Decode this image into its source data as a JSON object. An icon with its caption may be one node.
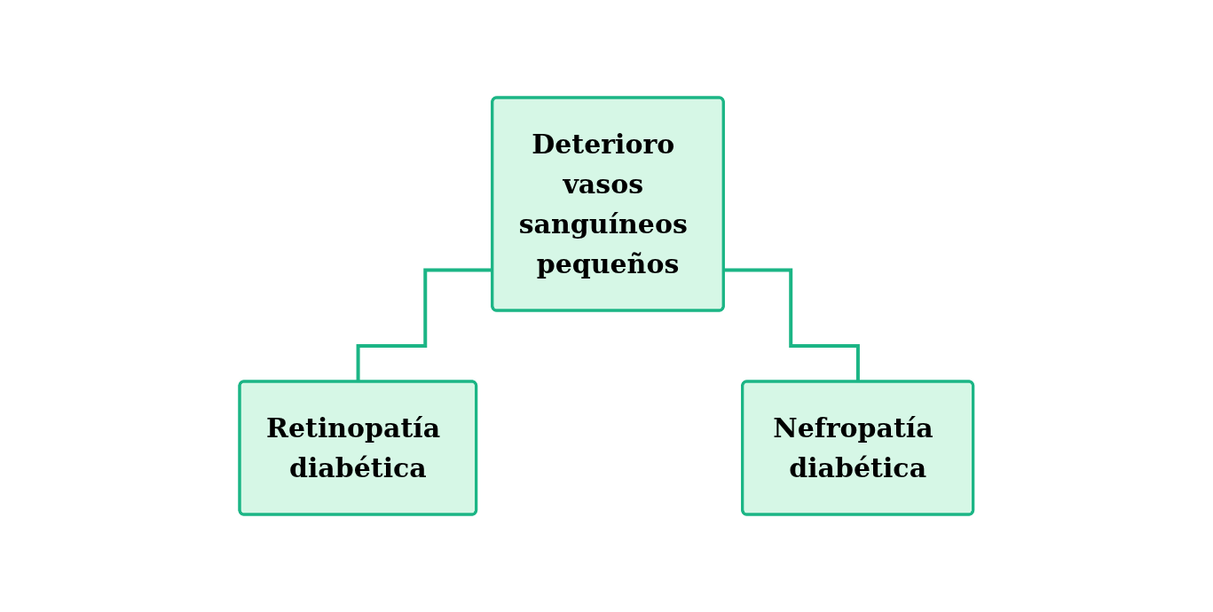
{
  "diagram": {
    "nodes": [
      {
        "text": [
          "Deterioro vasos sanguíneos pequeños"
        ]
      },
      {
        "text": [
          "Retinopatía diabética"
        ]
      },
      {
        "text": [
          "Nefropatía diabética"
        ]
      }
    ],
    "edges": [
      {
        "from": 0,
        "to": 1,
        "arrow": "none"
      },
      {
        "from": 0,
        "to": 2,
        "arrow": "none"
      }
    ]
  }
}
